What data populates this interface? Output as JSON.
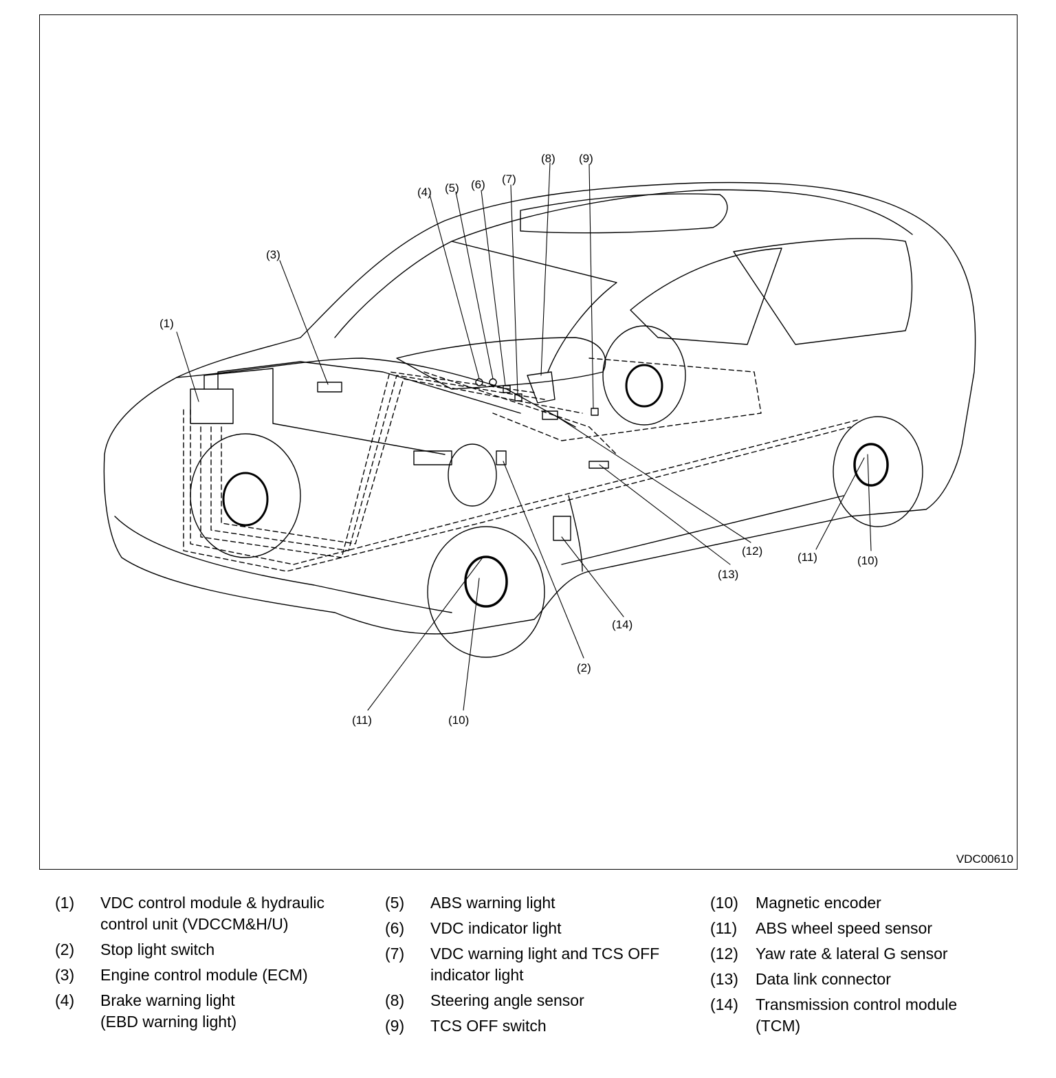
{
  "figure_code": "VDC00610",
  "callouts": {
    "c1": "(1)",
    "c2": "(2)",
    "c3": "(3)",
    "c4": "(4)",
    "c5": "(5)",
    "c6": "(6)",
    "c7": "(7)",
    "c8": "(8)",
    "c9": "(9)",
    "c10": "(10)",
    "c11": "(11)",
    "c12": "(12)",
    "c13": "(13)",
    "c14": "(14)"
  },
  "legend": [
    {
      "num": "(1)",
      "text": "VDC control module & hydraulic control unit (VDCCM&H/U)"
    },
    {
      "num": "(2)",
      "text": "Stop light switch"
    },
    {
      "num": "(3)",
      "text": "Engine control module (ECM)"
    },
    {
      "num": "(4)",
      "text": "Brake warning light (EBD warning light)"
    },
    {
      "num": "(5)",
      "text": "ABS warning light"
    },
    {
      "num": "(6)",
      "text": "VDC indicator light"
    },
    {
      "num": "(7)",
      "text": "VDC warning light and TCS OFF indicator light"
    },
    {
      "num": "(8)",
      "text": "Steering angle sensor"
    },
    {
      "num": "(9)",
      "text": "TCS OFF switch"
    },
    {
      "num": "(10)",
      "text": "Magnetic encoder"
    },
    {
      "num": "(11)",
      "text": "ABS wheel speed sensor"
    },
    {
      "num": "(12)",
      "text": "Yaw rate & lateral G sensor"
    },
    {
      "num": "(13)",
      "text": "Data link connector"
    },
    {
      "num": "(14)",
      "text": "Transmission control module (TCM)"
    }
  ]
}
